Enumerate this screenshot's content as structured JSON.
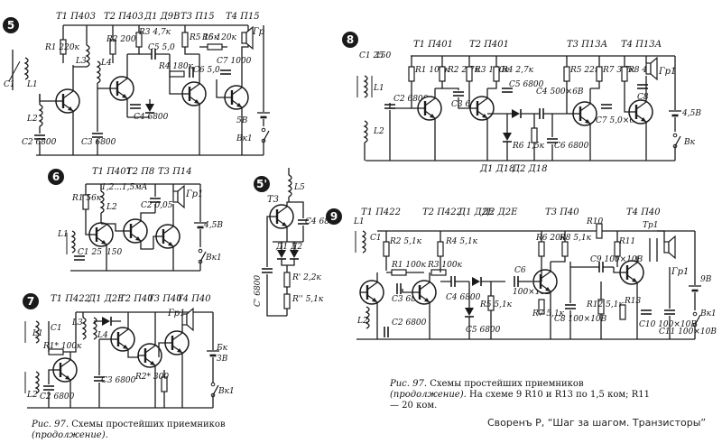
{
  "figure_caption_left": {
    "lead": "Рис. 97.",
    "text": "Схемы простейших приемников",
    "note": "(продолжение)."
  },
  "figure_caption_right": {
    "lead": "Рис. 97.",
    "text": "Схемы простейших приемников",
    "note": "(продолжение).",
    "remark": "На схеме 9 R10 и R13 по 1,5 ком; R11 — 20 ком."
  },
  "source_note": "Своренъ Р, “Шаг за шагом. Транзисторы”",
  "schemes": {
    "s5": {
      "number": "5",
      "transistors": [
        "T1 П403",
        "T2 П403",
        "T3 П15",
        "T4 П15"
      ],
      "diode": "Д1 Д9В",
      "labels": [
        "C1",
        "L1",
        "L2",
        "C2 6800",
        "R1 220к",
        "L3",
        "L4",
        "R2 200к",
        "C3 6800",
        "R3 4,7к",
        "C5 5,0",
        "C4 6800",
        "R4 180к",
        "R5 15к",
        "R6 120к",
        "C6 5,0",
        "C7 1000",
        "Гр",
        "5В",
        "Вк1"
      ]
    },
    "s6": {
      "number": "6",
      "transistors": [
        "T1 П401",
        "T2 П8",
        "T3 П14"
      ],
      "labels": [
        "R1 56к",
        "1,2...1,5мА",
        "L2",
        "C2 0,05",
        "Гр1",
        "L1",
        "C1 25",
        "150",
        "4,5В",
        "Вк1"
      ]
    },
    "s7": {
      "number": "7",
      "transistors": [
        "T1 П422",
        "Д1 Д2Е",
        "T2 П40",
        "T3 П40",
        "T4 П40"
      ],
      "labels": [
        "C1",
        "L1",
        "L3",
        "L4",
        "R1* 100к",
        "L2",
        "C2 6800",
        "C3 6800",
        "R2* 300",
        "Гр1",
        "Бк",
        "3В",
        "Вк1"
      ]
    },
    "s5p": {
      "number": "5'",
      "labels": [
        "L5",
        "T3",
        "C4 6800",
        "Д1",
        "Д2",
        "R' 2,2к",
        "R'' 5,1к",
        "C' 6800"
      ]
    },
    "s8": {
      "number": "8",
      "transistors": [
        "T1 П401",
        "T2 П401",
        "T3 П13А",
        "T4 П13А"
      ],
      "diodes": [
        "Д1 Д18",
        "Д2 Д18"
      ],
      "labels": [
        "C1 25",
        "150",
        "L1",
        "C2 6800",
        "L2",
        "R1 100к",
        "R2 2,7к",
        "C3 6800",
        "R3 100к",
        "R4 2,7к",
        "C5 6800",
        "R6 1,5к",
        "C4 500×6В",
        "C6 6800",
        "R5 22к",
        "R7 3,7к",
        "C7 5,0×6В",
        "R8 47к",
        "C8",
        "Гр1",
        "4,5В",
        "Вк"
      ]
    },
    "s9": {
      "number": "9",
      "transistors": [
        "T1 П422",
        "T2 П422",
        "Д1 Д2Е",
        "Д2 Д2Е",
        "T3 П40",
        "T4 П40"
      ],
      "labels": [
        "L1",
        "C1",
        "R2 5,1к",
        "R1 100к",
        "C3 6800",
        "R3 100к",
        "R4 5,1к",
        "C4 6800",
        "C5 6800",
        "L2",
        "C2 6800",
        "R5 5,1к",
        "C6",
        "100×10В",
        "R6 20к",
        "R8 5,1к",
        "R7 5,1к",
        "C8 100×10В",
        "C9 100×10В",
        "R10",
        "Тр1",
        "R11",
        "R12 5,1к",
        "R13",
        "C10 100×10В",
        "C11 100×10В",
        "Гр1",
        "9В",
        "Вк1"
      ]
    }
  }
}
